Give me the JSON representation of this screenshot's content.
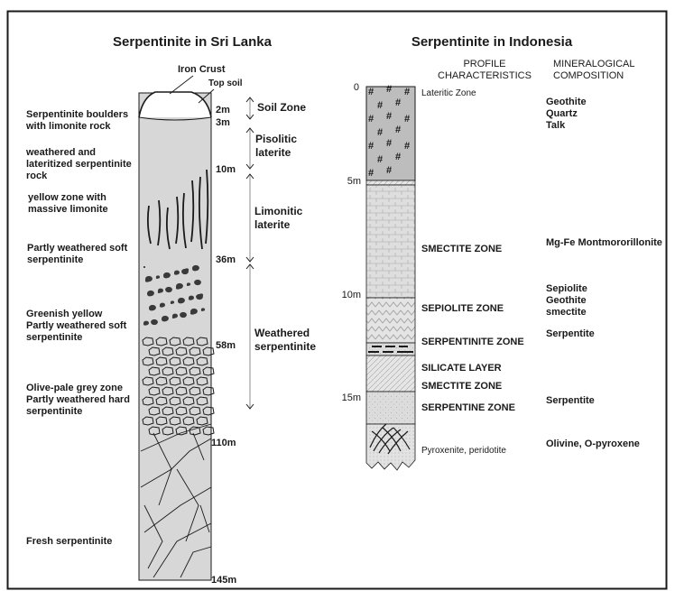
{
  "sri_lanka": {
    "title": "Serpentinite in Sri Lanka",
    "top_labels": {
      "iron_crust": "Iron Crust",
      "top_soil": "Top soil"
    },
    "left_labels": [
      {
        "lines": [
          "Serpentinite boulders",
          "with limonite rock"
        ]
      },
      {
        "lines": [
          "weathered and",
          "lateritized serpentinite",
          "rock"
        ]
      },
      {
        "lines": [
          "yellow zone with",
          "massive limonite"
        ]
      },
      {
        "lines": [
          "Partly weathered soft",
          "serpentinite"
        ]
      },
      {
        "lines": [
          "Greenish yellow",
          "Partly weathered soft",
          "serpentinite"
        ]
      },
      {
        "lines": [
          "Olive-pale grey zone",
          "Partly weathered hard",
          "serpentinite"
        ]
      },
      {
        "lines": [
          "Fresh serpentinite"
        ]
      }
    ],
    "depths": [
      "2m",
      "3m",
      "10m",
      "36m",
      "58m",
      "110m",
      "145m"
    ],
    "zones": [
      {
        "lines": [
          "Soil Zone"
        ]
      },
      {
        "lines": [
          "Pisolitic",
          "laterite"
        ]
      },
      {
        "lines": [
          "Limonitic",
          "laterite"
        ]
      },
      {
        "lines": [
          "Weathered",
          "serpentinite"
        ]
      }
    ]
  },
  "indonesia": {
    "title": "Serpentinite in Indonesia",
    "header_profile": [
      "PROFILE",
      "CHARACTERISTICS"
    ],
    "header_mineral": [
      "MINERALOGICAL",
      "COMPOSITION"
    ],
    "depth_ticks": [
      "0",
      "5m",
      "10m",
      "15m"
    ],
    "profiles": [
      "Lateritic Zone",
      "SMECTITE ZONE",
      "SEPIOLITE ZONE",
      "SERPENTINITE ZONE",
      "SILICATE LAYER",
      "SMECTITE ZONE",
      "SERPENTINE ZONE",
      "Pyroxenite, peridotite"
    ],
    "minerals": [
      {
        "lines": [
          "Geothite",
          "Quartz",
          "Talk"
        ]
      },
      {
        "lines": [
          "Mg-Fe Montmororillonite"
        ]
      },
      {
        "lines": [
          "Sepiolite",
          "Geothite",
          "smectite"
        ]
      },
      {
        "lines": [
          "Serpentite"
        ]
      },
      {
        "lines": [
          "Serpentite"
        ]
      },
      {
        "lines": [
          "Olivine, O-pyroxene"
        ]
      }
    ],
    "hash_symbol": "#"
  },
  "colors": {
    "sri_column_fill": "#d7d7d7",
    "indo_top_fill": "#bdbdbd",
    "indo_column_fill": "#dcdcdc",
    "ink": "#1a1a1a",
    "arrow_grey": "#8c8c8c"
  }
}
